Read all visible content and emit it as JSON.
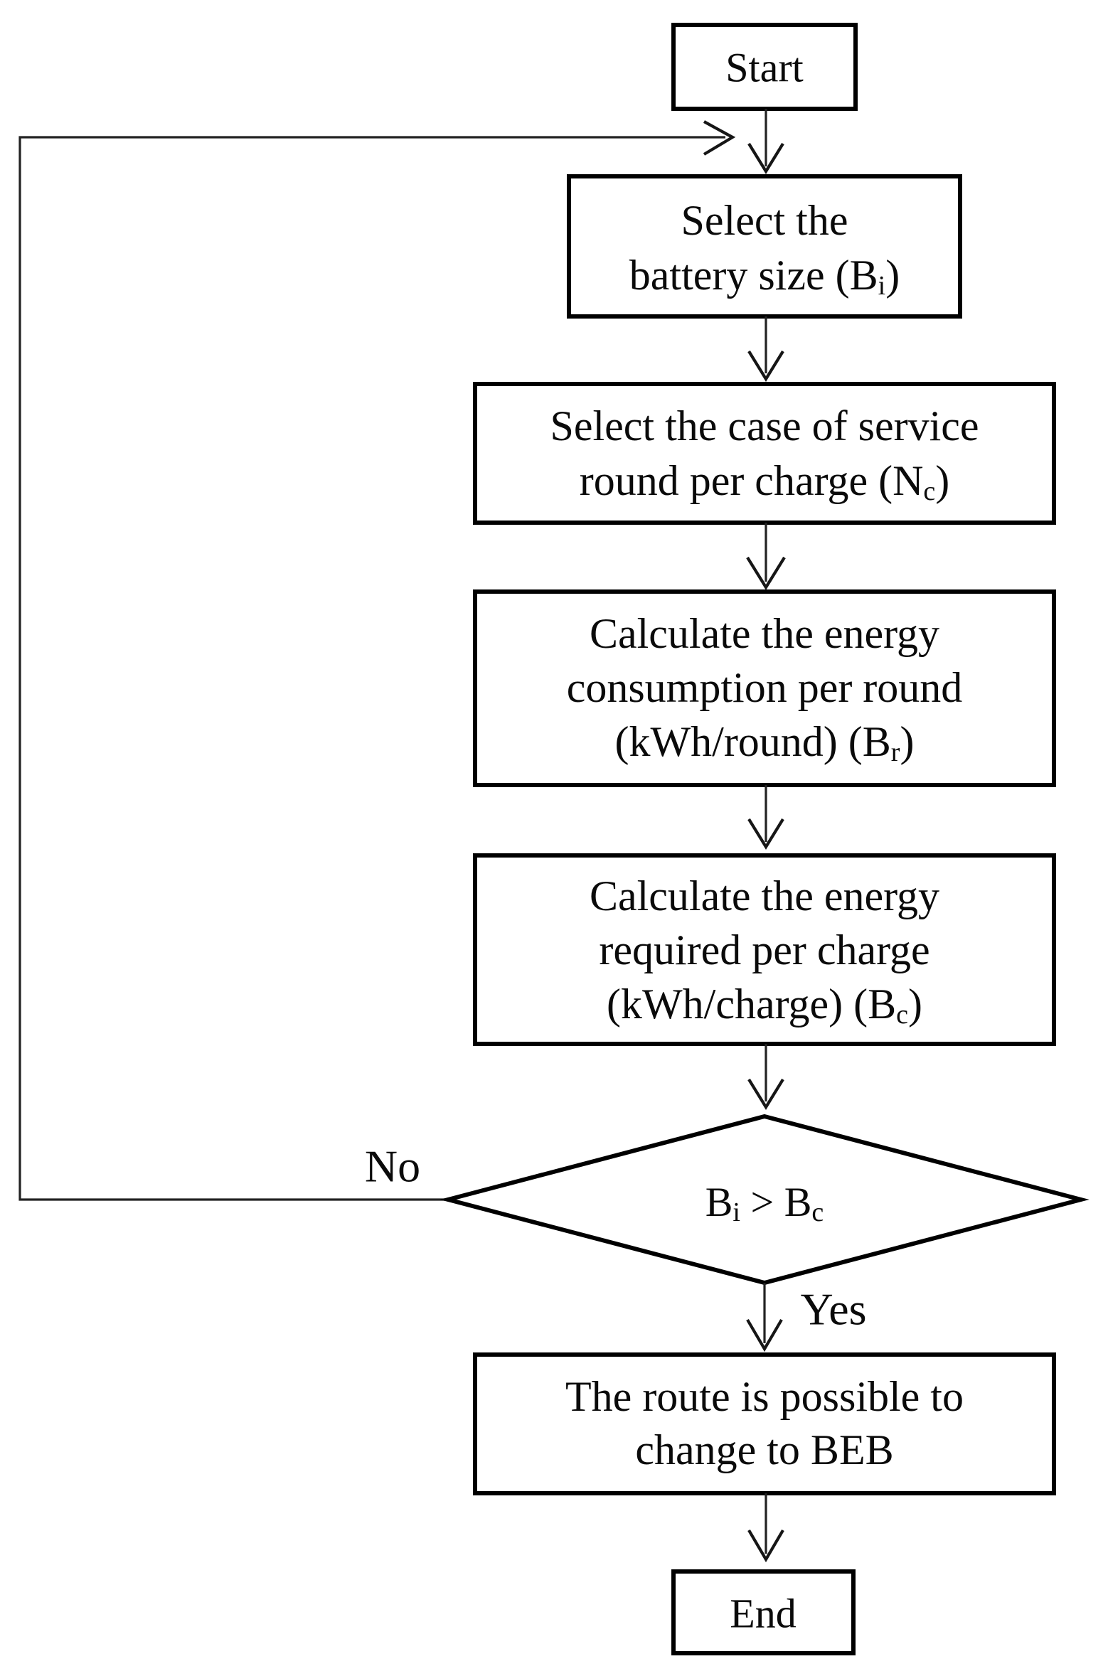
{
  "diagram": {
    "type": "flowchart",
    "colors": {
      "background": "#ffffff",
      "node_fill": "#ffffff",
      "line": "#000000",
      "text": "#0a0a0a"
    },
    "nodes": {
      "start": {
        "label": "Start"
      },
      "select_battery": {
        "line1": "Select the",
        "line2_pre": "battery size (B",
        "line2_sub": "i",
        "line2_post": ")"
      },
      "select_service_round": {
        "line1": "Select the case of service",
        "line2_pre": "round per charge (N",
        "line2_sub": "c",
        "line2_post": ")"
      },
      "energy_per_round": {
        "line1": "Calculate the energy",
        "line2": "consumption per round",
        "line3_pre": "(kWh/round) (B",
        "line3_sub": "r",
        "line3_post": ")"
      },
      "energy_per_charge": {
        "line1": "Calculate the energy",
        "line2": "required per charge",
        "line3_pre": "(kWh/charge) (B",
        "line3_sub": "c",
        "line3_post": ")"
      },
      "decision": {
        "pre": "B",
        "sub_i": "i",
        "mid": " > B",
        "sub_c": "c"
      },
      "route_possible": {
        "line1": "The route is possible to",
        "line2": "change to BEB"
      },
      "end": {
        "label": "End"
      }
    },
    "edges": [
      {
        "from": "start",
        "to": "select_battery",
        "label": ""
      },
      {
        "from": "select_battery",
        "to": "select_service_round",
        "label": ""
      },
      {
        "from": "select_service_round",
        "to": "energy_per_round",
        "label": ""
      },
      {
        "from": "energy_per_round",
        "to": "energy_per_charge",
        "label": ""
      },
      {
        "from": "energy_per_charge",
        "to": "decision",
        "label": ""
      },
      {
        "from": "decision",
        "to": "route_possible",
        "label": "Yes"
      },
      {
        "from": "decision",
        "to": "select_battery",
        "label": "No"
      },
      {
        "from": "route_possible",
        "to": "end",
        "label": ""
      }
    ]
  }
}
